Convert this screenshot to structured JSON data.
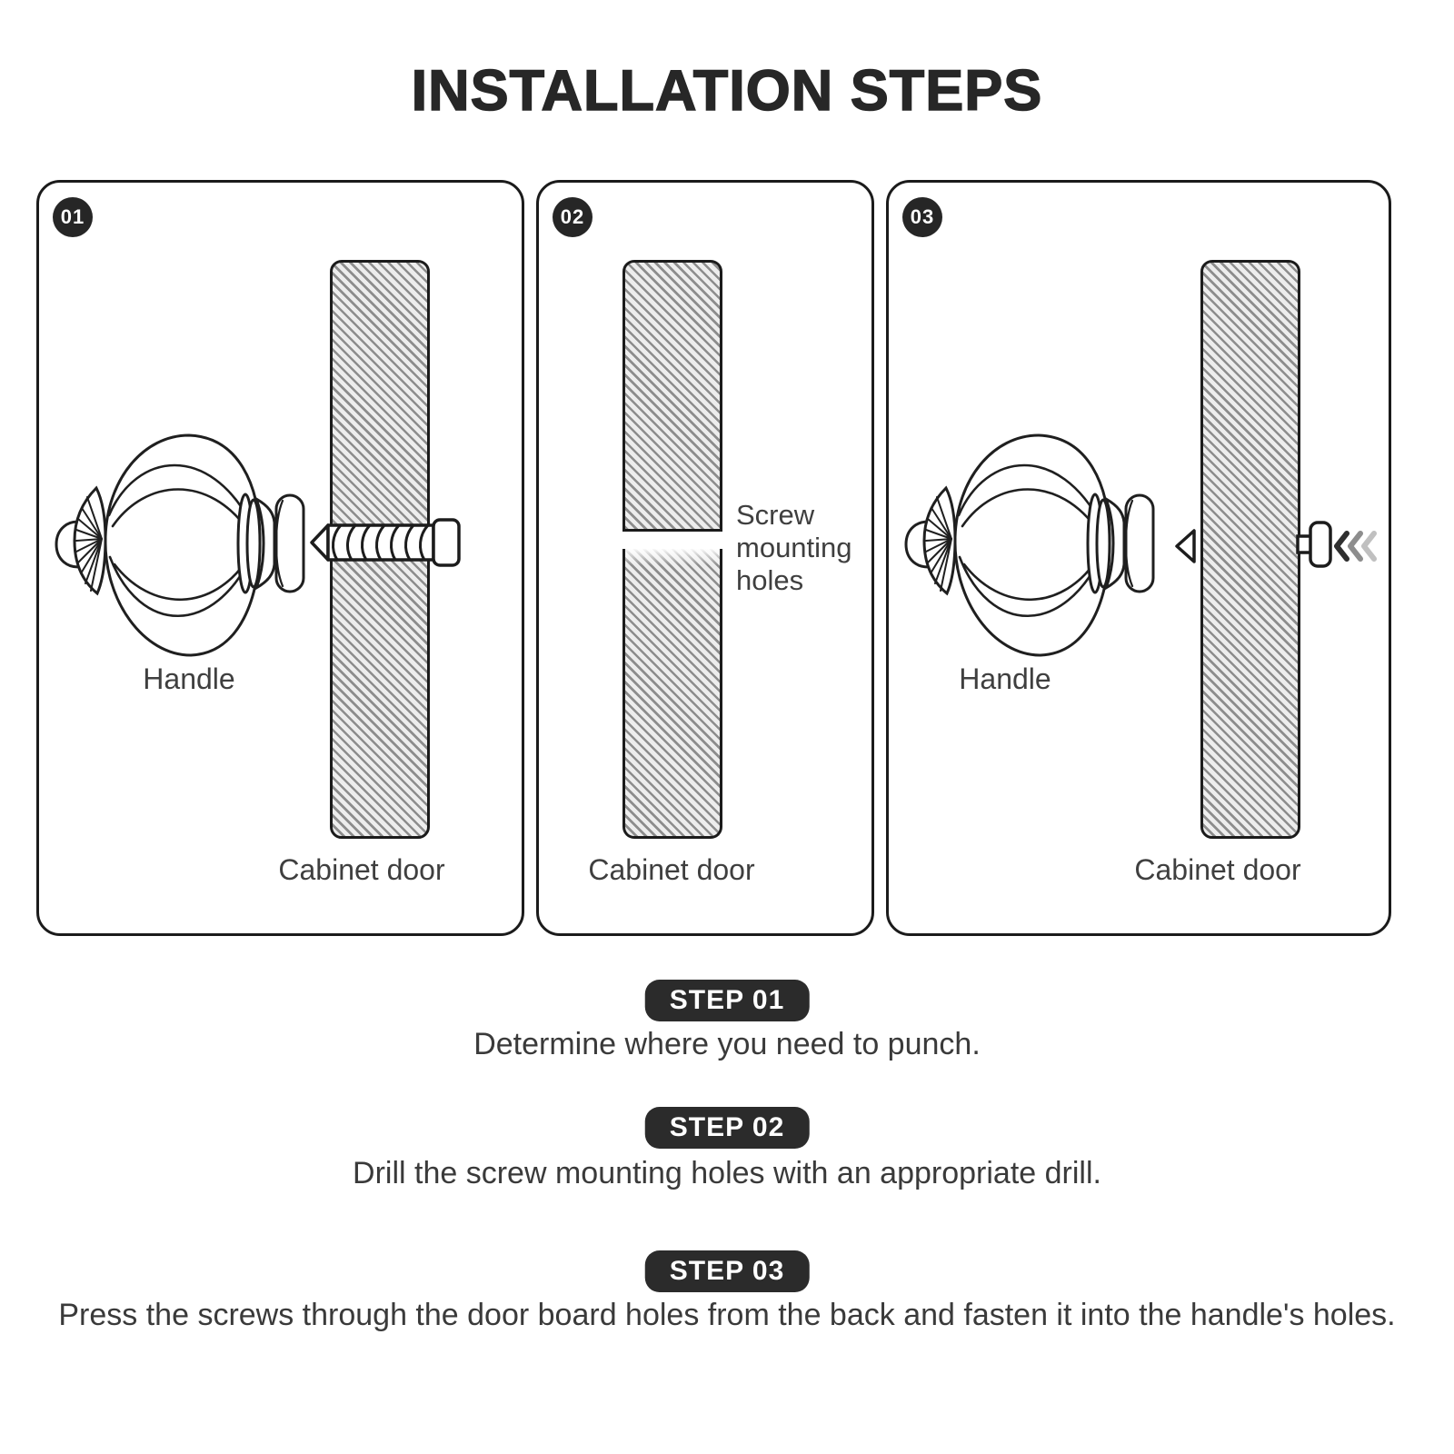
{
  "title": "INSTALLATION STEPS",
  "panels": [
    {
      "number": "01",
      "handle_label": "Handle",
      "door_label": "Cabinet door"
    },
    {
      "number": "02",
      "holes_label": "Screw mounting holes",
      "door_label": "Cabinet door"
    },
    {
      "number": "03",
      "handle_label": "Handle",
      "door_label": "Cabinet door"
    }
  ],
  "steps": [
    {
      "badge": "STEP 01",
      "text": "Determine where you need to punch."
    },
    {
      "badge": "STEP 02",
      "text": "Drill the screw mounting holes with an appropriate drill."
    },
    {
      "badge": "STEP 03",
      "text": "Press the screws through the door board holes from the back and fasten it into the handle's holes."
    }
  ],
  "colors": {
    "ink": "#1b1b1b",
    "badge_bg": "#262626",
    "pill_bg": "#2b2b2b",
    "badge_text": "#ffffff",
    "label_text": "#3f3f3f",
    "hatch_line": "#8d8d8d",
    "hatch_bg": "#ededed"
  }
}
